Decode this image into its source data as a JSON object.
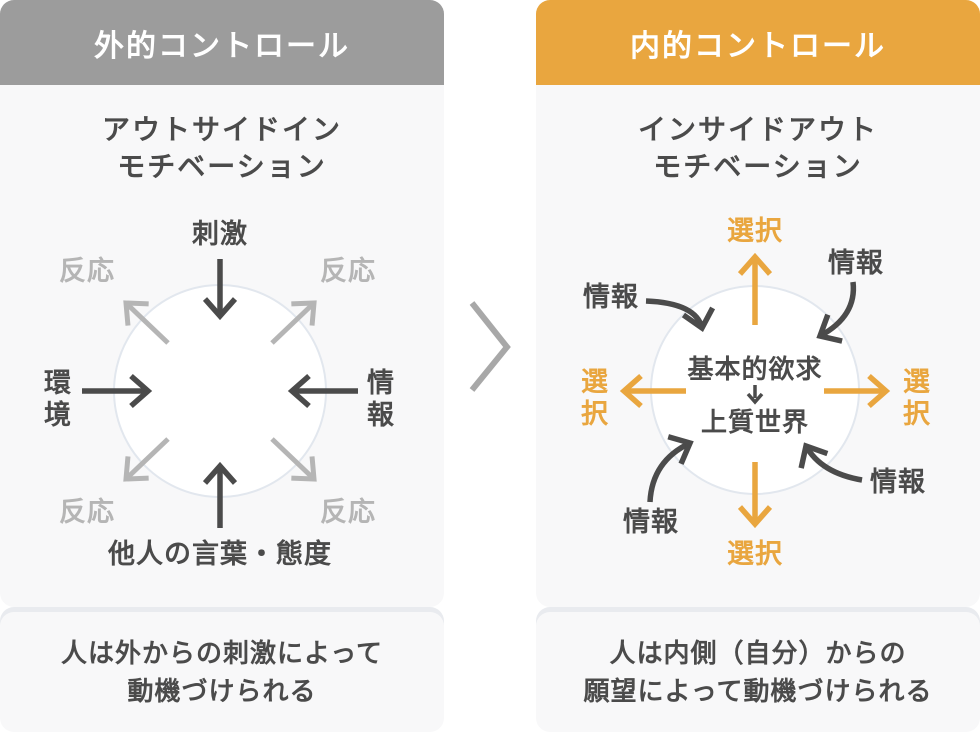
{
  "left_panel": {
    "header": "外的コントロール",
    "title_lines": [
      "アウトサイドイン",
      "モチベーション"
    ],
    "labels": {
      "top": "刺激",
      "left_chars": [
        "環",
        "境"
      ],
      "right_chars": [
        "情",
        "報"
      ],
      "bottom": "他人の言葉・態度",
      "reaction": "反応"
    },
    "caption_lines": [
      "人は外からの刺激によって",
      "動機づけられる"
    ]
  },
  "right_panel": {
    "header": "内的コントロール",
    "title_lines": [
      "インサイドアウト",
      "モチベーション"
    ],
    "labels": {
      "choice": "選択",
      "choice_chars": [
        "選",
        "択"
      ],
      "info": "情報",
      "center_top": "基本的欲求",
      "center_bottom": "上質世界"
    },
    "caption_lines": [
      "人は内側（自分）からの",
      "願望によって動機づけられる"
    ]
  },
  "colors": {
    "header_gray": "#9C9C9C",
    "accent_orange": "#E9A63F",
    "dark_text": "#4B4B4B",
    "light_gray": "#B5B5B5",
    "panel_background": "#F8F8F9",
    "circle_border": "#E2E7EE",
    "chevron_gray": "#A8A8A8"
  }
}
